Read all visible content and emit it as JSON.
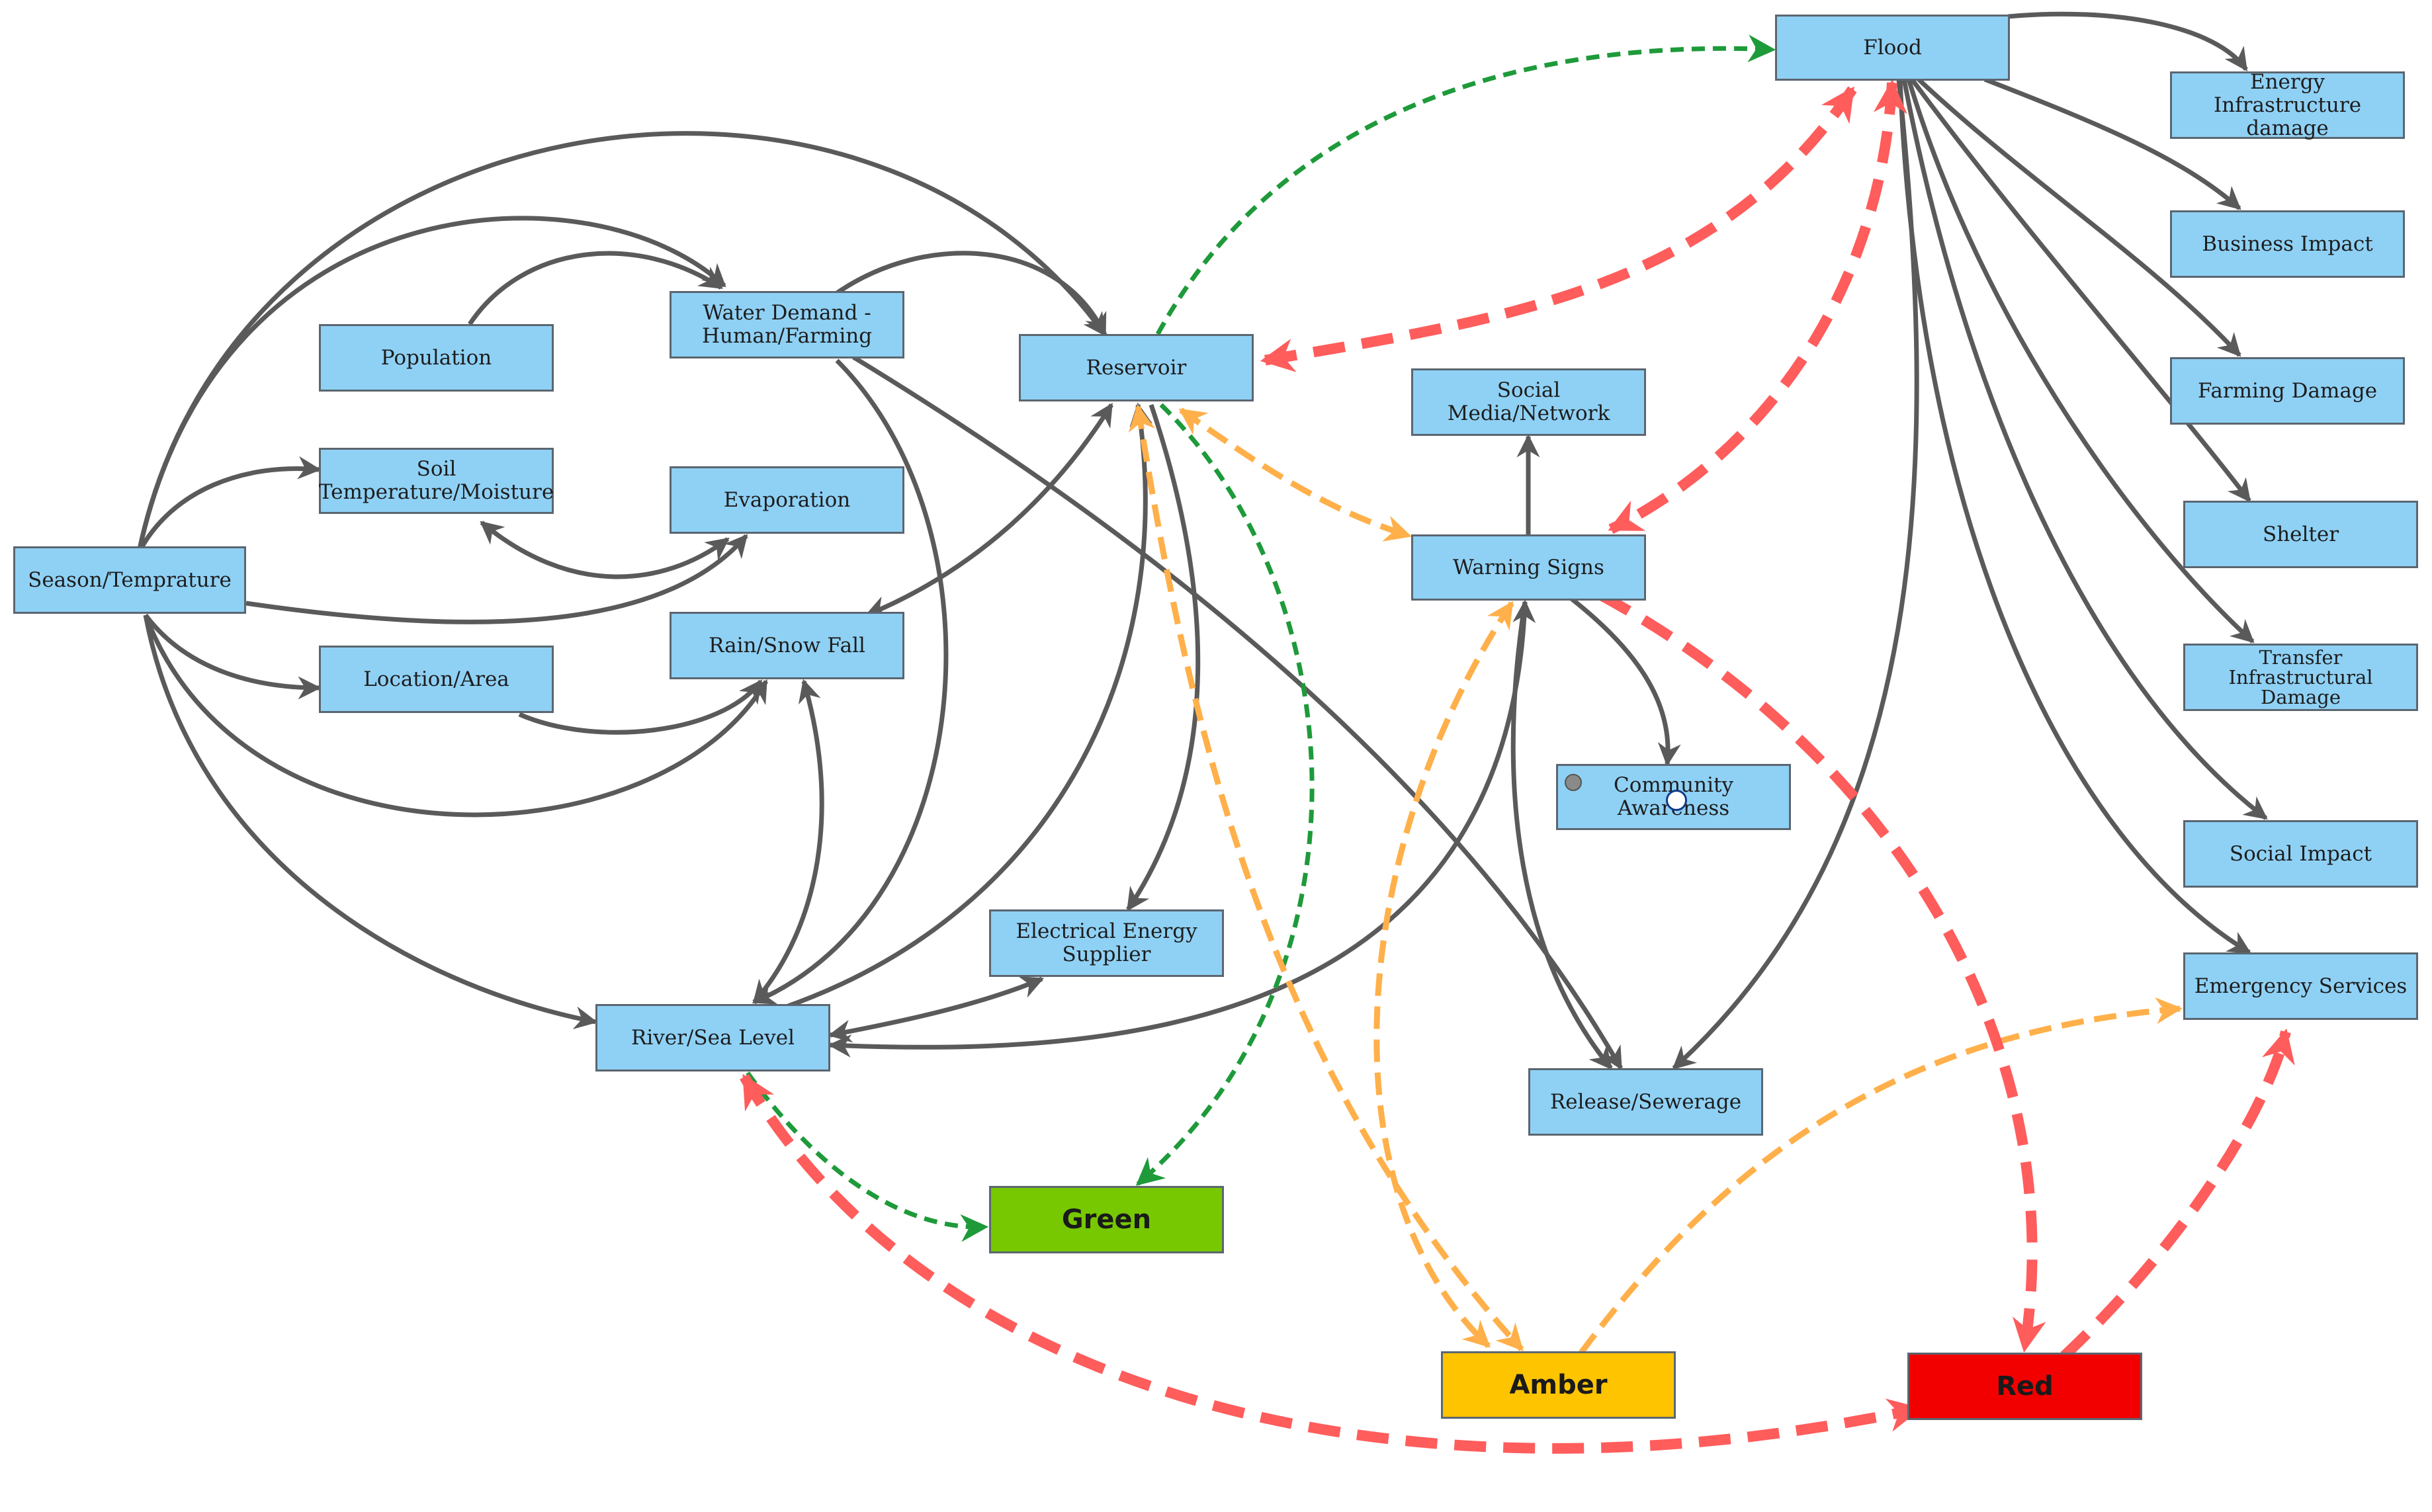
{
  "nodes": {
    "season": "Season/Temprature",
    "population": "Population",
    "soil": "Soil\nTemperature/Moisture",
    "location": "Location/Area",
    "water_demand": "Water Demand -\nHuman/Farming",
    "evaporation": "Evaporation",
    "rain": "Rain/Snow Fall",
    "river": "River/Sea Level",
    "reservoir": "Reservoir",
    "electrical": "Electrical Energy\nSupplier",
    "social_media": "Social Media/Network",
    "warning": "Warning Signs",
    "community": "Community Awareness",
    "release": "Release/Sewerage",
    "flood": "Flood",
    "energy_damage": "Energy Infrastructure\ndamage",
    "business": "Business Impact",
    "farming": "Farming Damage",
    "shelter": "Shelter",
    "transfer": "Transfer\nInfrastructural\nDamage",
    "social_impact": "Social Impact",
    "emergency": "Emergency Services",
    "green": "Green",
    "amber": "Amber",
    "red": "Red"
  },
  "colors": {
    "node_fill": "#8fd1f5",
    "node_border": "#5b6670",
    "edge_gray": "#5a5a5a",
    "edge_green": "#1e9a3a",
    "edge_orange": "#ffb04a",
    "edge_red": "#ff5c5c",
    "status_green": "#77c800",
    "status_amber": "#ffc400",
    "status_red": "#f20000"
  }
}
